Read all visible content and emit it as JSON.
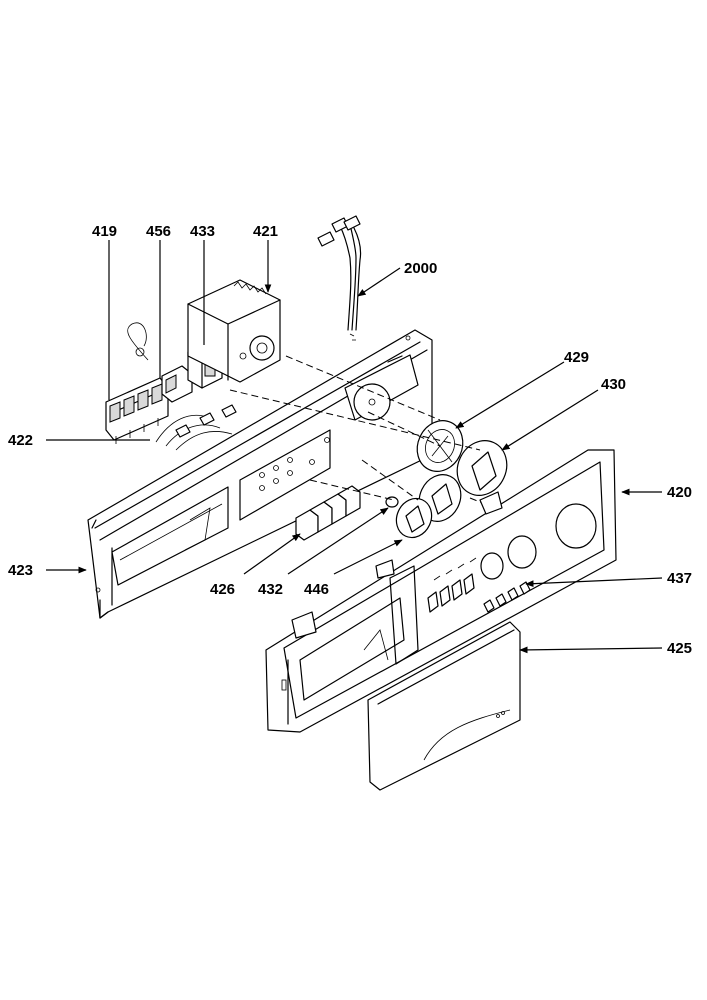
{
  "labels": {
    "p419": "419",
    "p456": "456",
    "p433": "433",
    "p421": "421",
    "p2000": "2000",
    "p429": "429",
    "p430": "430",
    "p420": "420",
    "p422": "422",
    "p423": "423",
    "p426": "426",
    "p432": "432",
    "p446": "446",
    "p437": "437",
    "p425": "425"
  }
}
